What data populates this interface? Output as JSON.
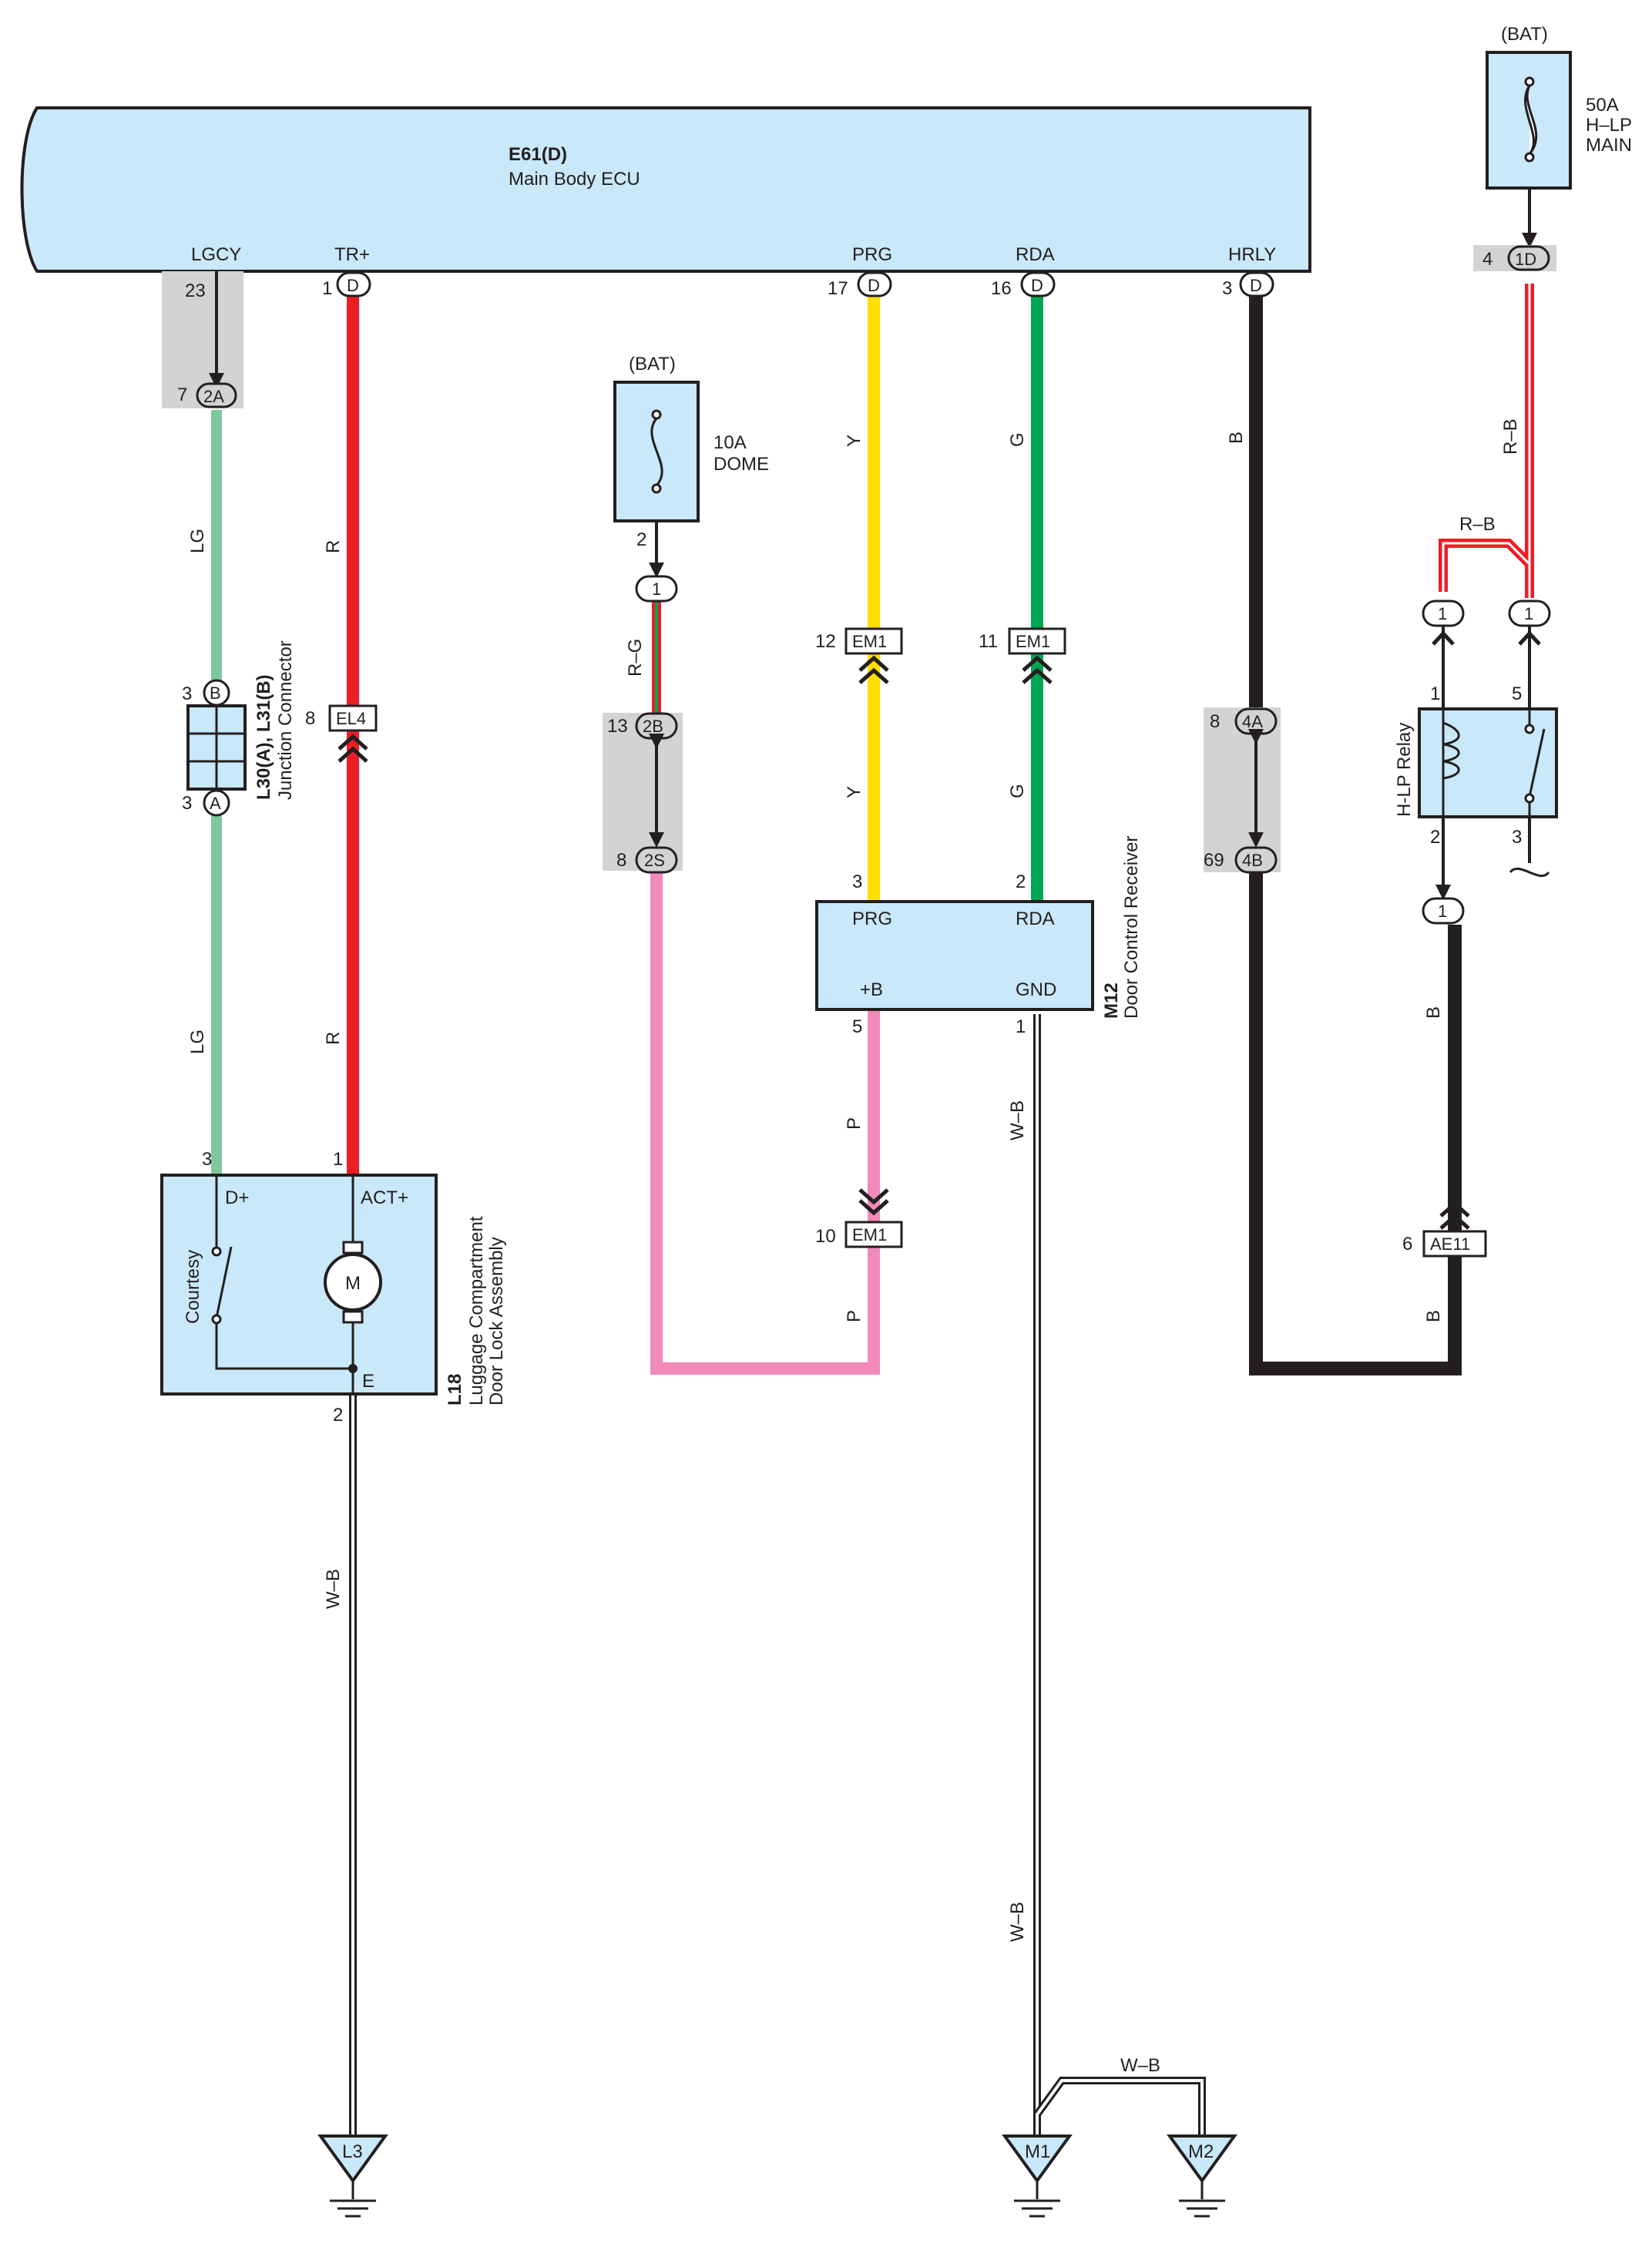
{
  "ecu": {
    "id": "E61(D)",
    "name": "Main Body ECU"
  },
  "ecu_pins": {
    "lgcy": {
      "name": "LGCY",
      "num": "23"
    },
    "trp": {
      "name": "TR+",
      "num": "1",
      "conn": "D"
    },
    "prg": {
      "name": "PRG",
      "num": "17",
      "conn": "D"
    },
    "rda": {
      "name": "RDA",
      "num": "16",
      "conn": "D"
    },
    "hrly": {
      "name": "HRLY",
      "num": "3",
      "conn": "D"
    }
  },
  "lgcy_j": {
    "num": "7",
    "conn": "2A"
  },
  "bat_main": {
    "bat": "(BAT)",
    "amp": "50A",
    "name1": "H–LP",
    "name2": "MAIN",
    "num": "4",
    "conn": "1D"
  },
  "bat_dome": {
    "bat": "(BAT)",
    "amp": "10A",
    "name": "DOME",
    "pin": "2",
    "conn": "1"
  },
  "wires": {
    "lg": "LG",
    "r": "R",
    "y": "Y",
    "g": "G",
    "b": "B",
    "rg": "R–G",
    "rb": "R–B",
    "p": "P",
    "wb": "W–B"
  },
  "jconn": {
    "title": "L30(A), L31(B)",
    "name": "Junction Connector",
    "b_num": "3",
    "b": "B",
    "a_num": "3",
    "a": "A"
  },
  "el4": {
    "num": "8",
    "conn": "EL4"
  },
  "j2b": {
    "num": "13",
    "conn": "2B"
  },
  "j2s": {
    "num": "8",
    "conn": "2S"
  },
  "em1_prg": {
    "num": "12",
    "conn": "EM1"
  },
  "em1_rda": {
    "num": "11",
    "conn": "EM1"
  },
  "em1_p": {
    "num": "10",
    "conn": "EM1"
  },
  "j4a": {
    "num": "8",
    "conn": "4A"
  },
  "j4b": {
    "num": "69",
    "conn": "4B"
  },
  "relay": {
    "name": "H-LP Relay",
    "p1": "1",
    "p5": "5",
    "p2": "2",
    "p3": "3",
    "c1": "1",
    "c2": "1",
    "c3": "1"
  },
  "ae11": {
    "num": "6",
    "conn": "AE11"
  },
  "m12": {
    "id": "M12",
    "name": "Door Control Receiver",
    "prg": "PRG",
    "rda": "RDA",
    "pb": "+B",
    "gnd": "GND",
    "p3": "3",
    "p2": "2",
    "p5": "5",
    "p1": "1"
  },
  "l18": {
    "id": "L18",
    "name1": "Luggage Compartment",
    "name2": "Door Lock Assembly",
    "dplus": "D+",
    "actplus": "ACT+",
    "courtesy": "Courtesy",
    "m": "M",
    "e": "E",
    "p3": "3",
    "p1": "1",
    "p2": "2"
  },
  "grounds": {
    "l3": "L3",
    "m1": "M1",
    "m2": "M2"
  },
  "colors": {
    "box": "#c9e8f9",
    "lg": "#7ec79e",
    "r": "#ee1d25",
    "y": "#ffde00",
    "g": "#00a651",
    "b": "#231f20",
    "p": "#f08ab7"
  }
}
